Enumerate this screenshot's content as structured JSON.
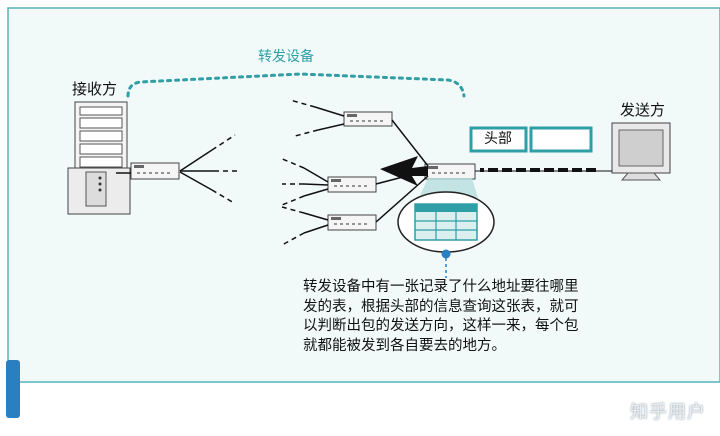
{
  "labels": {
    "forwarding_devices": "转发设备",
    "receiver": "接收方",
    "sender": "发送方",
    "header": "头部"
  },
  "description": [
    "转发设备中有一张记录了什么地址要往哪里",
    "发的表，根据头部的信息查询这张表，就可",
    "以判断出包的发送方向，这样一来，每个包",
    "就都能被发到各自要去的地方。"
  ],
  "watermark": "知乎用户",
  "colors": {
    "teal": "#2e9fa6",
    "frame_fill": "#f2f9f9",
    "frame_border": "#56b4b9",
    "accent_blue": "#2a7fc1"
  }
}
